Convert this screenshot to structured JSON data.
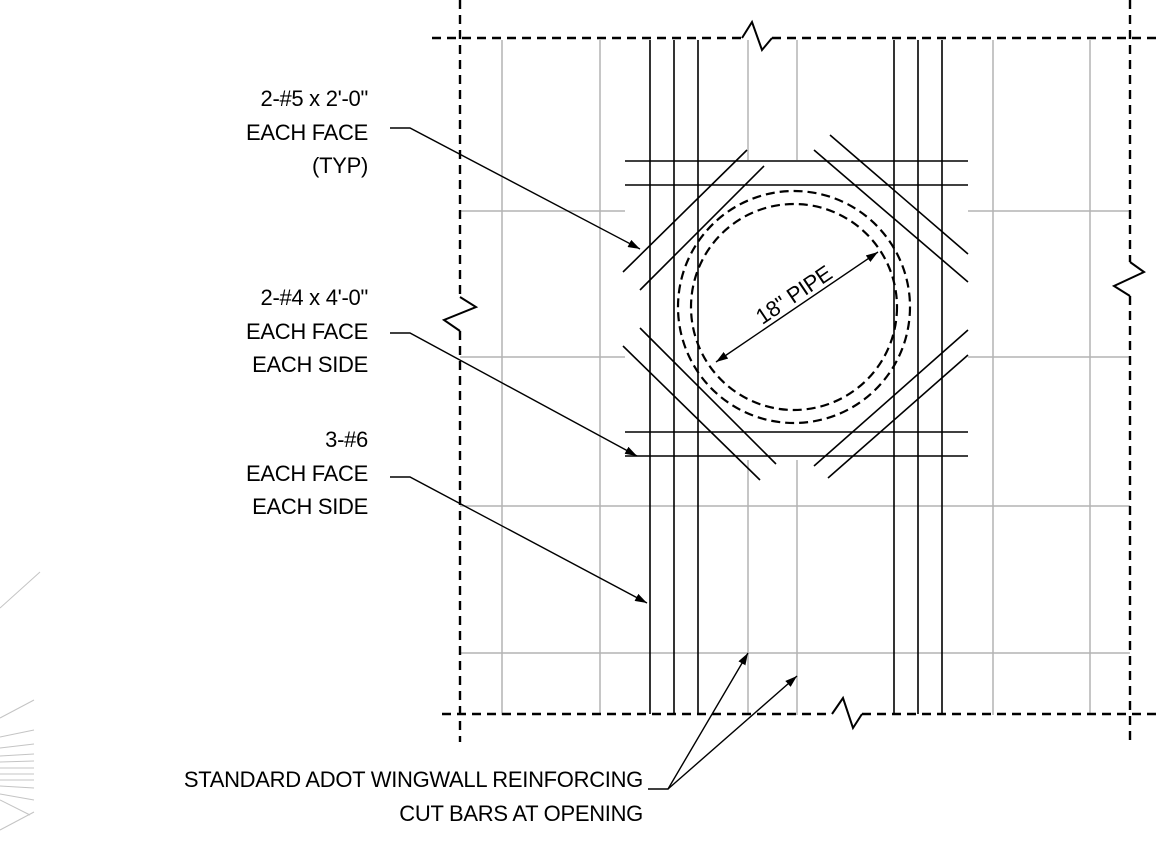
{
  "callouts": {
    "bar_5": [
      "2-#5 x 2'-0\"",
      "EACH FACE",
      "(TYP)"
    ],
    "bar_4": [
      "2-#4 x 4'-0\"",
      "EACH FACE",
      "EACH SIDE"
    ],
    "bar_6": [
      "3-#6",
      "EACH FACE",
      "EACH SIDE"
    ],
    "wingwall": [
      "STANDARD ADOT WINGWALL REINFORCING",
      "CUT BARS AT OPENING"
    ]
  },
  "pipe_label": "18\" PIPE"
}
